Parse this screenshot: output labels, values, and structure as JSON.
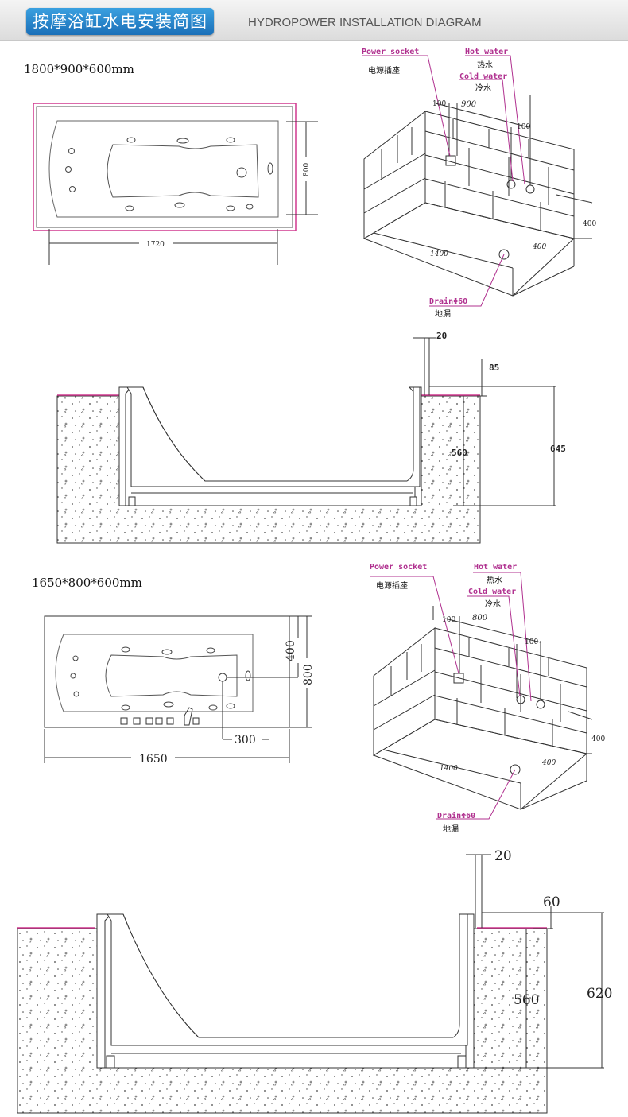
{
  "header": {
    "title_cn": "按摩浴缸水电安装简图",
    "title_en": "HYDROPOWER INSTALLATION DIAGRAM"
  },
  "section1": {
    "size": "1800*900*600mm",
    "plan": {
      "width": "1720",
      "height": "800"
    },
    "iso": {
      "power_socket": "Power socket",
      "power_socket_cn": "电源插座",
      "hot_water": "Hot water",
      "hot_water_cn": "热水",
      "cold_water": "Cold water",
      "cold_water_cn": "冷水",
      "drain": "DrainΦ60",
      "drain_cn": "地漏",
      "d100a": "100",
      "d900": "900",
      "d100b": "100",
      "d400a": "400",
      "d1400": "1400",
      "d400b": "400"
    },
    "section": {
      "d20": "20",
      "d85": "85",
      "d560": "560",
      "d645": "645"
    }
  },
  "section2": {
    "size": "1650*800*600mm",
    "plan": {
      "width": "1650",
      "height": "800",
      "d400": "400",
      "d300": "300"
    },
    "iso": {
      "power_socket": "Power socket",
      "power_socket_cn": "电源插座",
      "hot_water": "Hot water",
      "hot_water_cn": "热水",
      "cold_water": "Cold water",
      "cold_water_cn": "冷水",
      "drain": "DrainΦ60",
      "drain_cn": "地漏",
      "d100a": "100",
      "d800": "800",
      "d100b": "100",
      "d400a": "400",
      "d1400": "1400",
      "d400b": "400"
    },
    "section": {
      "d20": "20",
      "d60": "60",
      "d560": "560",
      "d620": "620"
    }
  },
  "colors": {
    "accent": "#1a6fb8",
    "label_pink": "#b0308f",
    "rim_pink": "#d0398f"
  }
}
